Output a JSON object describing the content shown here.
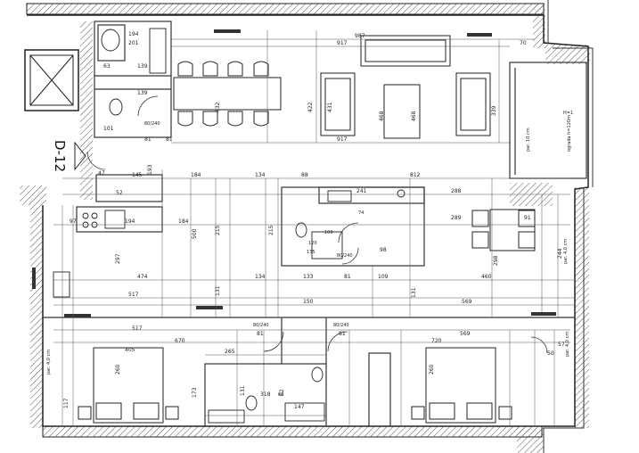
{
  "apartment": {
    "label": "D-12"
  },
  "dimensions": {
    "top_987": "987",
    "top_917": "917",
    "top_70": "70",
    "mid_917": "917",
    "r_339": "339",
    "tbl_432": "432",
    "tbl_422": "422",
    "s_431": "431",
    "s_468a": "468",
    "s_468b": "468",
    "b_194": "194",
    "b_201": "201",
    "b_139a": "139",
    "b_139b": "139",
    "b_63": "63",
    "b_81a": "81",
    "b_81b": "81",
    "b_101": "101",
    "b_47": "47",
    "b_52": "52",
    "b_145": "145",
    "b_193": "193",
    "row_184a": "184",
    "row_134a": "134",
    "row_88": "88",
    "row_812": "812",
    "row_97": "97",
    "row_194": "194",
    "row_184b": "184",
    "row_500": "500",
    "row_215a": "215",
    "row_215b": "215",
    "row_241": "241",
    "row_288": "288",
    "row_289": "289",
    "row_91": "91",
    "row_297": "297",
    "row_474": "474",
    "row_517a": "517",
    "row_131a": "131",
    "row_134b": "134",
    "row_133": "133",
    "row_81c": "81",
    "row_109": "109",
    "row_460": "460",
    "row_569a": "569",
    "row_298": "298",
    "row_244": "244",
    "row_150": "150",
    "row_131b": "131",
    "row_517b": "517",
    "row_670": "670",
    "row_720": "720",
    "row_569b": "569",
    "row_81d": "81",
    "row_81e": "81",
    "row_265": "265",
    "row_318": "318",
    "row_147": "147",
    "row_405": "405",
    "row_260a": "260",
    "row_260b": "260",
    "row_173": "173",
    "row_117": "117",
    "row_131c": "131",
    "row_52": "52",
    "row_50": "50",
    "row_57": "57",
    "row_98": "98",
    "door_a": "80/240",
    "door_b": "80/240",
    "door_c": "80/240",
    "door_d": "80/240",
    "r_74": "74",
    "r_100": "100",
    "r_120": "120",
    "r_135": "135",
    "r_62": "62"
  },
  "annotations": {
    "par_10cm": "par. 10 cm",
    "par_40cm_a": "par. 4,0 cm",
    "par_40cm_b": "par. 4,0 cm",
    "par_40cm_c": "par. 4,0 cm",
    "opasa": "ograda h=120m",
    "mark": "H=1"
  }
}
